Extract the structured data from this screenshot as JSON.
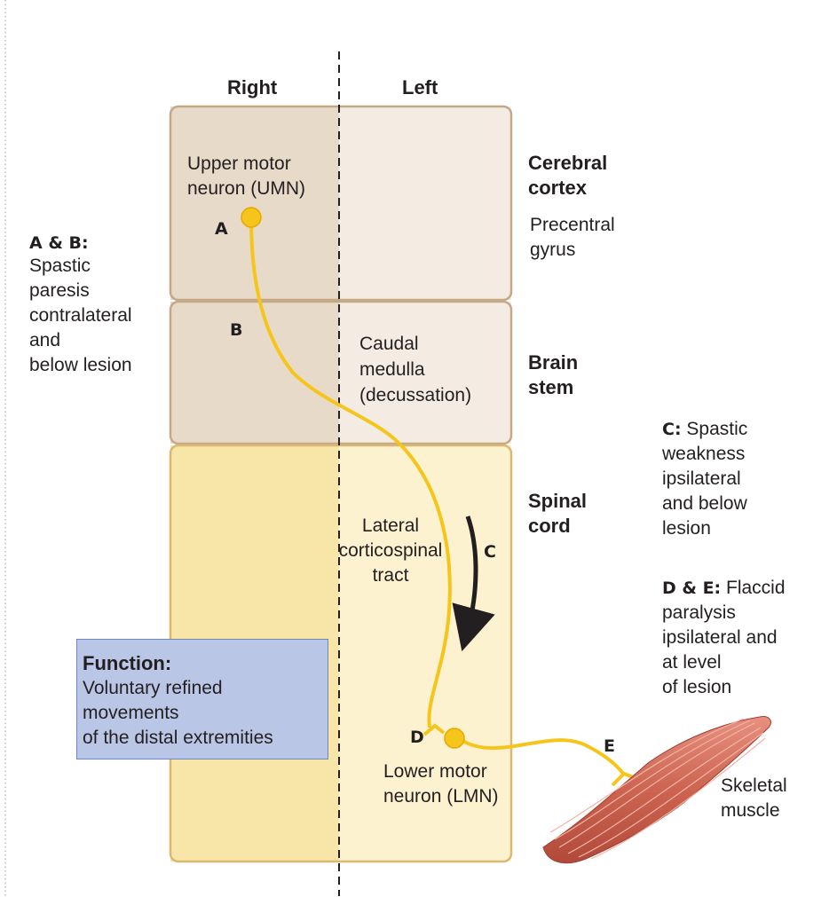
{
  "sides": {
    "right": "Right",
    "left": "Left"
  },
  "regions": {
    "cortex": {
      "name_line1": "Cerebral",
      "name_line2": "cortex",
      "sub_line1": "Precentral",
      "sub_line2": "gyrus"
    },
    "brainstem": {
      "name_line1": "Brain",
      "name_line2": "stem"
    },
    "spinal": {
      "name_line1": "Spinal",
      "name_line2": "cord"
    }
  },
  "umn": {
    "line1": "Upper motor",
    "line2": "neuron (UMN)"
  },
  "caudal": {
    "line1": "Caudal",
    "line2": "medulla",
    "line3": "(decussation)"
  },
  "tract": {
    "line1": "Lateral",
    "line2": "corticospinal",
    "line3": "tract"
  },
  "lmn": {
    "line1": "Lower motor",
    "line2": "neuron (LMN)"
  },
  "muscle": {
    "line1": "Skeletal",
    "line2": "muscle"
  },
  "markers": {
    "a": "A",
    "b": "B",
    "c": "C",
    "d": "D",
    "e": "E"
  },
  "lesion_ab": {
    "title": "A & B:",
    "line1": "Spastic",
    "line2": "paresis",
    "line3": "contralateral",
    "line4": "and",
    "line5": "below lesion"
  },
  "lesion_c": {
    "title": "C:",
    "line1_rest": " Spastic",
    "line2": "weakness",
    "line3": "ipsilateral",
    "line4": "and below",
    "line5": "lesion"
  },
  "lesion_de": {
    "title": "D & E:",
    "line1_rest": " Flaccid",
    "line2": "paralysis",
    "line3": "ipsilateral and",
    "line4": "at level",
    "line5": "of lesion"
  },
  "function": {
    "title": "Function:",
    "line1": "Voluntary refined",
    "line2": "movements",
    "line3": "of the distal extremities"
  },
  "colors": {
    "brain_fill": "#efe4d8",
    "brain_border": "#c4a987",
    "spinal_fill": "#fbeec0",
    "spinal_border": "#d9b872",
    "neuron": "#f6c51c",
    "neuron_stroke": "#e6a800",
    "function_box": "#b9c6e6",
    "muscle": "#d06e5c"
  }
}
